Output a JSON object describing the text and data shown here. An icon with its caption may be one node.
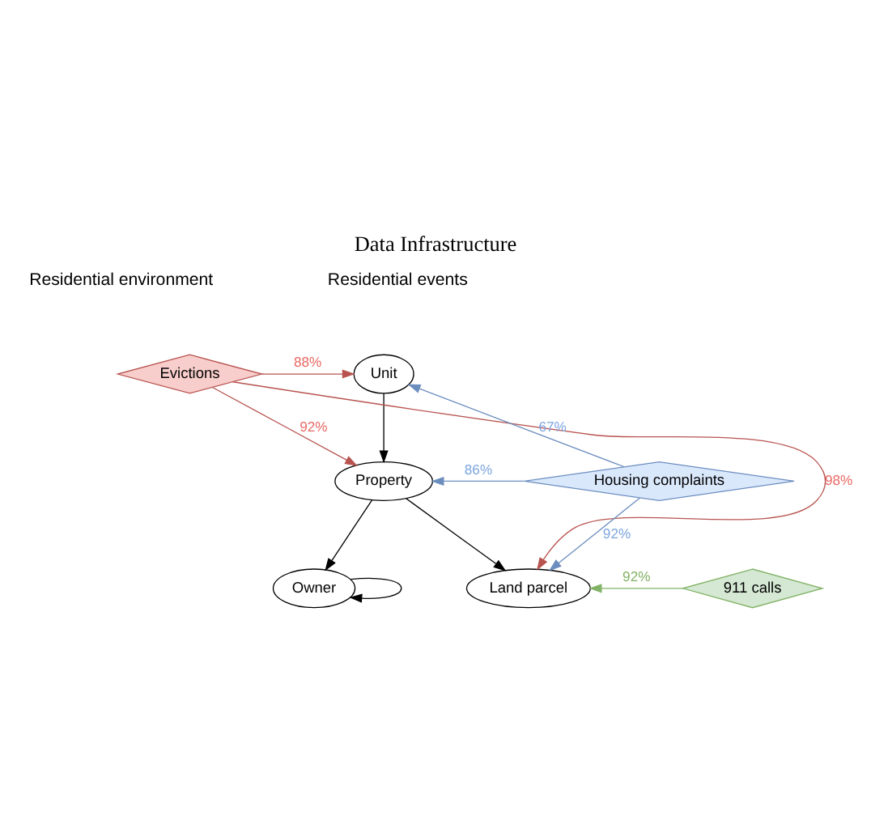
{
  "diagram": {
    "title": "Data Infrastructure",
    "nodes": [
      {
        "text": [
          "Unit"
        ]
      },
      {
        "text": [
          "Evictions"
        ]
      },
      {
        "text": [
          "Property"
        ]
      },
      {
        "text": [
          "Housing complaints"
        ]
      },
      {
        "text": [
          "Owner"
        ]
      },
      {
        "text": [
          "Land parcel"
        ]
      },
      {
        "text": [
          "911 calls"
        ]
      }
    ],
    "edges": [
      {
        "from": 0,
        "to": 2,
        "arrow": "to"
      },
      {
        "from": 2,
        "to": 4,
        "arrow": "to"
      },
      {
        "from": 2,
        "to": 5,
        "arrow": "to"
      },
      {
        "from": 4,
        "to": 4,
        "arrow": "to"
      },
      {
        "from": 1,
        "to": 0,
        "arrow": "to",
        "label": "88%",
        "color": "#b85450"
      },
      {
        "from": 1,
        "to": 2,
        "arrow": "to",
        "label": "92%",
        "color": "#b85450"
      },
      {
        "from": 1,
        "to": 5,
        "arrow": "to",
        "label": "98%",
        "color": "#b85450"
      },
      {
        "from": 3,
        "to": 0,
        "arrow": "to",
        "label": "67%",
        "color": "#6c8ebf"
      },
      {
        "from": 3,
        "to": 2,
        "arrow": "to",
        "label": "86%",
        "color": "#6c8ebf"
      },
      {
        "from": 3,
        "to": 5,
        "arrow": "to",
        "label": "92%",
        "color": "#6c8ebf"
      },
      {
        "from": 6,
        "to": 5,
        "arrow": "to",
        "label": "92%",
        "color": "#82b366"
      }
    ],
    "labels": [
      "Residential environment",
      "Residential events"
    ]
  }
}
